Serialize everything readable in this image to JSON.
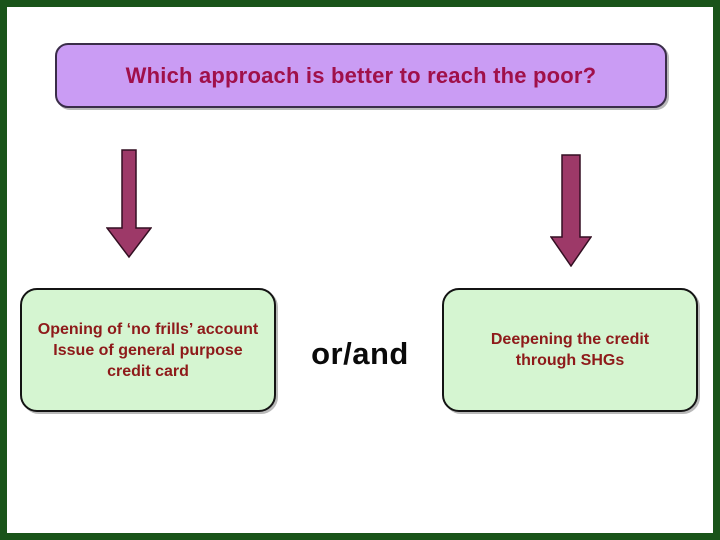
{
  "colors": {
    "background": "#ffffff",
    "frame": "#1a541a",
    "title_fill": "#ca9cf4",
    "title_border": "#3a2d49",
    "title_text": "#a0104a",
    "box_fill": "#d5f5d1",
    "box_border": "#141414",
    "box_text": "#8e1a1a",
    "arrow_fill": "#9d3968",
    "arrow_outline": "#330f22",
    "connector_text": "#0a0a0a"
  },
  "title_box": {
    "text": "Which approach is better to reach the poor?"
  },
  "left_box": {
    "lines": [
      "Opening of ‘no frills’ account",
      "Issue of general purpose",
      "credit card"
    ]
  },
  "right_box": {
    "lines": [
      "Deepening the credit",
      "through SHGs"
    ]
  },
  "connector": {
    "label": "or/and"
  },
  "icons": {
    "left_arrow": "down-arrow-icon",
    "right_arrow": "down-arrow-icon"
  }
}
